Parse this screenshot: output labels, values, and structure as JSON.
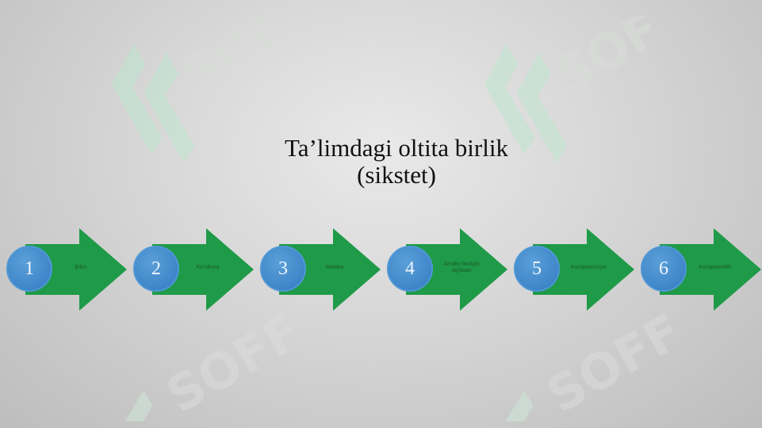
{
  "title": {
    "line1": "Ta’limdagi oltita birlik",
    "line2": "(sikstet)"
  },
  "colors": {
    "arrow_green": "#1f9a48",
    "arrow_green_dark": "#137a34",
    "circle_blue": "#3f86c9",
    "watermark_green": "#bfe6cf"
  },
  "watermark": {
    "text": "SOFF"
  },
  "steps": [
    {
      "number": "1",
      "label": "Bilim"
    },
    {
      "number": "2",
      "label": "Ko‘nikma"
    },
    {
      "number": "3",
      "label": "Malaka"
    },
    {
      "number": "4",
      "label": "Amaliy faoliyat tajribasi"
    },
    {
      "number": "5",
      "label": "Kompetensiya"
    },
    {
      "number": "6",
      "label": "Kompetentlik"
    }
  ]
}
